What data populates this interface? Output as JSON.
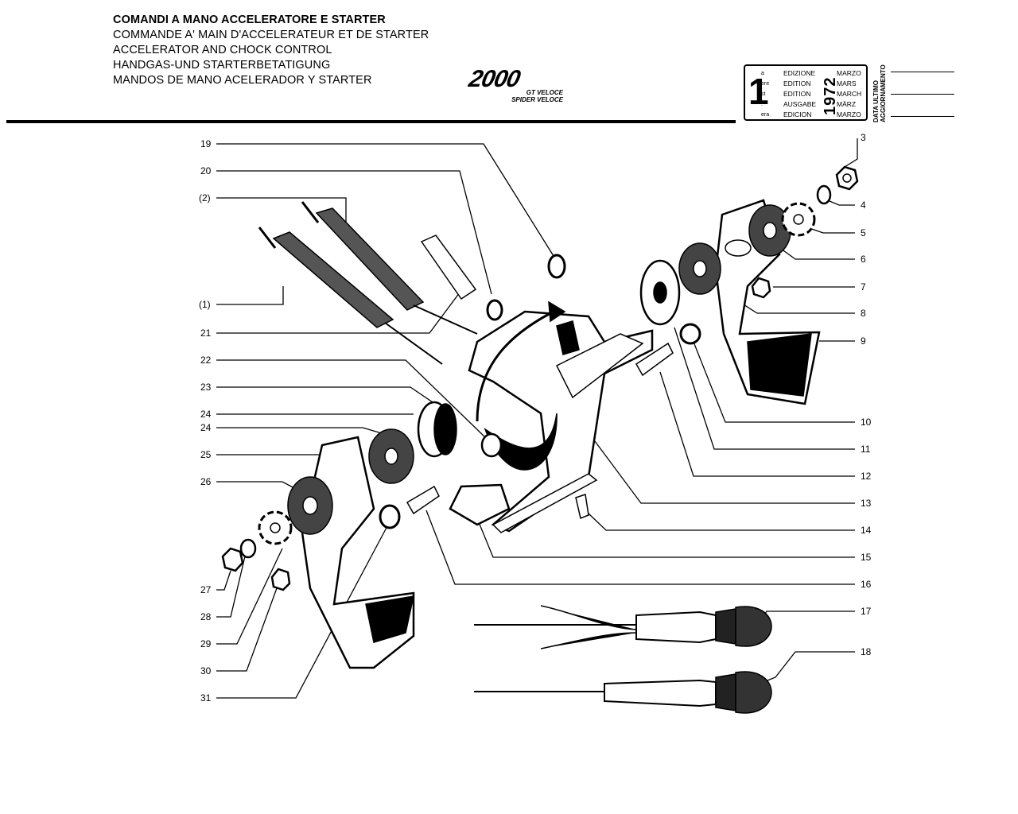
{
  "header": {
    "titles": [
      "COMANDI A MANO ACCELERATORE E STARTER",
      "COMMANDE A' MAIN D'ACCELERATEUR ET DE STARTER",
      "ACCELERATOR AND CHOCK CONTROL",
      "HANDGAS-UND STARTERBETATIGUNG",
      "MANDOS DE MANO ACELERADOR Y STARTER"
    ],
    "logo_main": "2000",
    "logo_sub": [
      "GT VELOCE",
      "SPIDER VELOCE"
    ]
  },
  "edition": {
    "number": "1",
    "suffixes": [
      "a",
      "ere",
      "st",
      ".",
      "era"
    ],
    "labels": [
      "EDIZIONE",
      "EDITION",
      "EDITION",
      "AUSGABE",
      "EDICION"
    ],
    "months": [
      "MARZO",
      "MARS",
      "MARCH",
      "MÄRZ",
      "MARZO"
    ],
    "year": "1972",
    "update_label": [
      "DATA ULTIMO",
      "AGGIORNAMENTO"
    ]
  },
  "callouts_left": [
    "19",
    "20",
    "(2)",
    "(1)",
    "21",
    "22",
    "23",
    "24",
    "24",
    "25",
    "26",
    "27",
    "28",
    "29",
    "30",
    "31"
  ],
  "callouts_right": [
    "3",
    "4",
    "5",
    "6",
    "7",
    "8",
    "9",
    "10",
    "11",
    "12",
    "13",
    "14",
    "15",
    "16",
    "17",
    "18"
  ],
  "colors": {
    "ink": "#000000",
    "paper": "#ffffff"
  }
}
